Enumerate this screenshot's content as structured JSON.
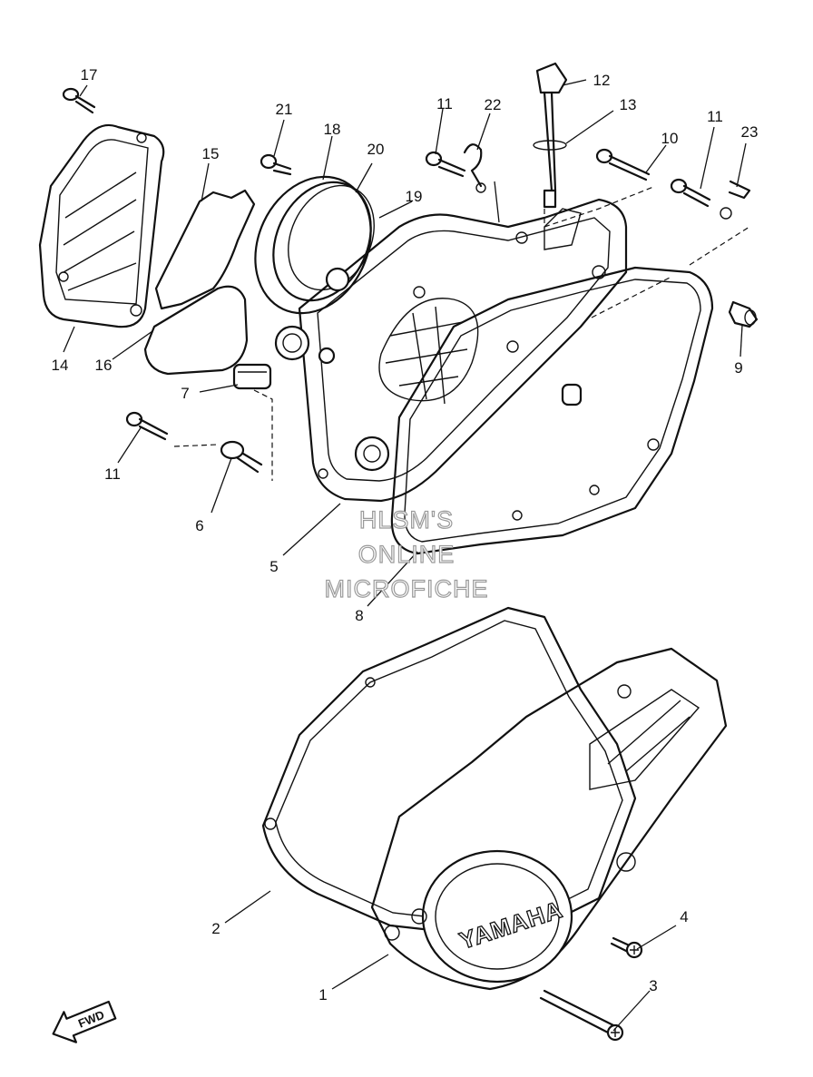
{
  "callouts": [
    {
      "id": "1",
      "label": "1"
    },
    {
      "id": "2",
      "label": "2"
    },
    {
      "id": "3",
      "label": "3"
    },
    {
      "id": "4",
      "label": "4"
    },
    {
      "id": "5",
      "label": "5"
    },
    {
      "id": "6",
      "label": "6"
    },
    {
      "id": "7",
      "label": "7"
    },
    {
      "id": "8",
      "label": "8"
    },
    {
      "id": "9",
      "label": "9"
    },
    {
      "id": "10",
      "label": "10"
    },
    {
      "id": "11a",
      "label": "11"
    },
    {
      "id": "11b",
      "label": "11"
    },
    {
      "id": "11c",
      "label": "11"
    },
    {
      "id": "12",
      "label": "12"
    },
    {
      "id": "13",
      "label": "13"
    },
    {
      "id": "14",
      "label": "14"
    },
    {
      "id": "15",
      "label": "15"
    },
    {
      "id": "16",
      "label": "16"
    },
    {
      "id": "17",
      "label": "17"
    },
    {
      "id": "18",
      "label": "18"
    },
    {
      "id": "19",
      "label": "19"
    },
    {
      "id": "20",
      "label": "20"
    },
    {
      "id": "21",
      "label": "21"
    },
    {
      "id": "22",
      "label": "22"
    },
    {
      "id": "23",
      "label": "23"
    }
  ],
  "watermark": {
    "line1": "HLSM'S",
    "line2": "ONLINE",
    "line3": "MICROFICHE"
  },
  "cover_logo": "YAMAHA",
  "direction_label": "FWD"
}
